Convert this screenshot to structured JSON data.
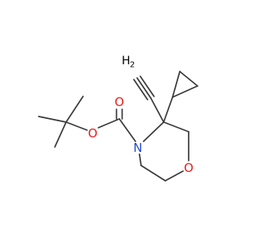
{
  "molecule": {
    "atoms": {
      "carbonyl_O": {
        "symbol": "O",
        "color": "#e8201e"
      },
      "ester_O": {
        "symbol": "O",
        "color": "#e8201e"
      },
      "ring_N": {
        "symbol": "N",
        "color": "#2448d6"
      },
      "ring_O": {
        "symbol": "O",
        "color": "#e8201e"
      },
      "alkyne_H": {
        "symbol": "H",
        "count": "2",
        "color": "#000000"
      }
    },
    "bond_color": "#3a3a3a"
  }
}
